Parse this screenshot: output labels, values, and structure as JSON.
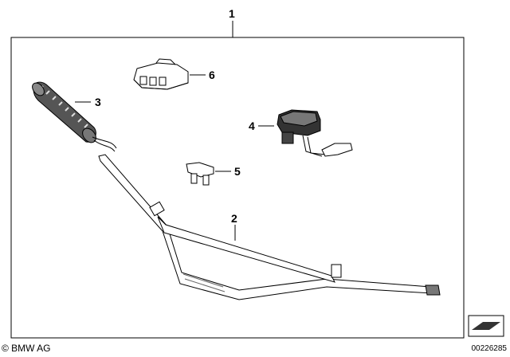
{
  "callouts": {
    "kit": "1",
    "handlebar": "2",
    "grip": "3",
    "switch": "4",
    "fuse": "5",
    "connector": "6"
  },
  "footer": {
    "copyright": "© BMW AG",
    "diagram_id": "00226285"
  }
}
